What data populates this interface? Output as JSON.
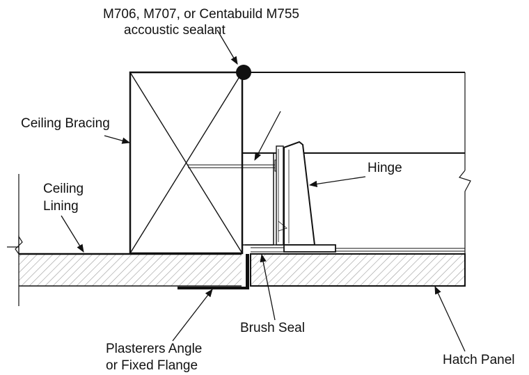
{
  "labels": {
    "sealant_line1": "M706, M707, or Centabuild M755",
    "sealant_line2": "accoustic sealant",
    "ceiling_bracing": "Ceiling Bracing",
    "ceiling_line1": "Ceiling",
    "ceiling_line2": "Lining",
    "hinge": "Hinge",
    "brush_seal": "Brush Seal",
    "plasterers_line1": "Plasterers Angle",
    "plasterers_line2": "or Fixed Flange",
    "hatch_panel": "Hatch Panel"
  },
  "colors": {
    "ink": "#111111",
    "hatch": "#9a9a9a",
    "background": "#ffffff"
  }
}
